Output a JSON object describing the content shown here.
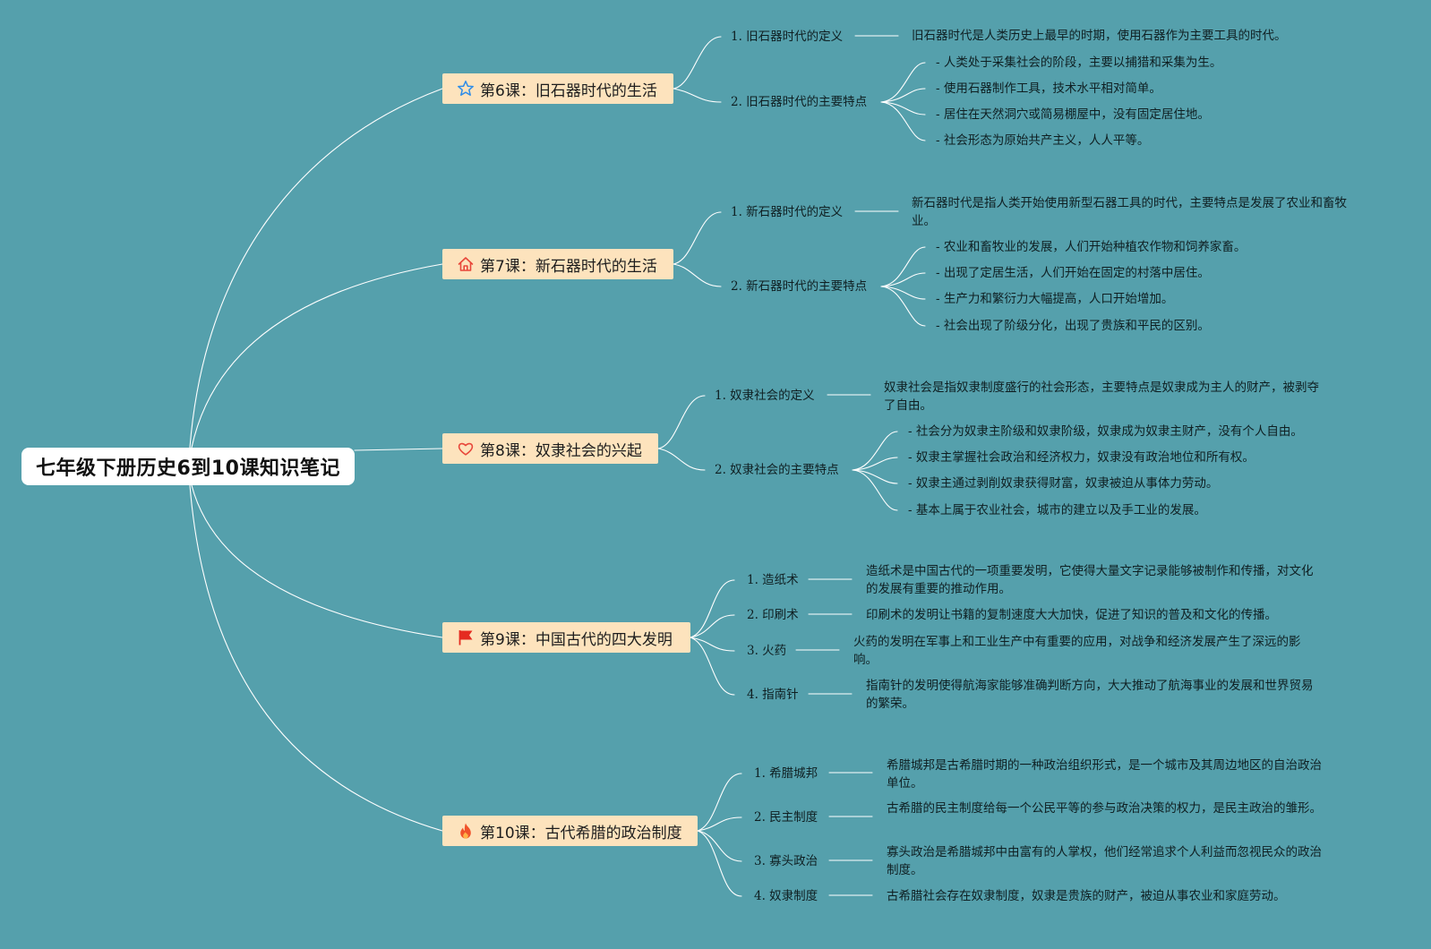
{
  "root_title": "七年级下册历史6到10课知识笔记",
  "lessons": [
    {
      "title": "第6课：旧石器时代的生活",
      "icon": "star-icon",
      "subs": [
        {
          "label": "1. 旧石器时代的定义",
          "text": "旧石器时代是人类历史上最早的时期，使用石器作为主要工具的时代。"
        },
        {
          "label": "2. 旧石器时代的主要特点",
          "points": [
            "- 人类处于采集社会的阶段，主要以捕猎和采集为生。",
            "- 使用石器制作工具，技术水平相对简单。",
            "- 居住在天然洞穴或简易棚屋中，没有固定居住地。",
            "- 社会形态为原始共产主义，人人平等。"
          ]
        }
      ]
    },
    {
      "title": "第7课：新石器时代的生活",
      "icon": "home-icon",
      "subs": [
        {
          "label": "1. 新石器时代的定义",
          "text": "新石器时代是指人类开始使用新型石器工具的时代，主要特点是发展了农业和畜牧业。"
        },
        {
          "label": "2. 新石器时代的主要特点",
          "points": [
            "- 农业和畜牧业的发展，人们开始种植农作物和饲养家畜。",
            "- 出现了定居生活，人们开始在固定的村落中居住。",
            "- 生产力和繁衍力大幅提高，人口开始增加。",
            "- 社会出现了阶级分化，出现了贵族和平民的区别。"
          ]
        }
      ]
    },
    {
      "title": "第8课：奴隶社会的兴起",
      "icon": "heart-icon",
      "subs": [
        {
          "label": "1. 奴隶社会的定义",
          "text": "奴隶社会是指奴隶制度盛行的社会形态，主要特点是奴隶成为主人的财产，被剥夺了自由。"
        },
        {
          "label": "2. 奴隶社会的主要特点",
          "points": [
            "- 社会分为奴隶主阶级和奴隶阶级，奴隶成为奴隶主财产，没有个人自由。",
            "- 奴隶主掌握社会政治和经济权力，奴隶没有政治地位和所有权。",
            "- 奴隶主通过剥削奴隶获得财富，奴隶被迫从事体力劳动。",
            "- 基本上属于农业社会，城市的建立以及手工业的发展。"
          ]
        }
      ]
    },
    {
      "title": "第9课：中国古代的四大发明",
      "icon": "flag-icon",
      "subs": [
        {
          "label": "1. 造纸术",
          "text": "造纸术是中国古代的一项重要发明，它使得大量文字记录能够被制作和传播，对文化的发展有重要的推动作用。"
        },
        {
          "label": "2. 印刷术",
          "text": "印刷术的发明让书籍的复制速度大大加快，促进了知识的普及和文化的传播。"
        },
        {
          "label": "3. 火药",
          "text": "火药的发明在军事上和工业生产中有重要的应用，对战争和经济发展产生了深远的影响。"
        },
        {
          "label": "4. 指南针",
          "text": "指南针的发明使得航海家能够准确判断方向，大大推动了航海事业的发展和世界贸易的繁荣。"
        }
      ]
    },
    {
      "title": "第10课：古代希腊的政治制度",
      "icon": "fire-icon",
      "subs": [
        {
          "label": "1. 希腊城邦",
          "text": "希腊城邦是古希腊时期的一种政治组织形式，是一个城市及其周边地区的自治政治单位。"
        },
        {
          "label": "2. 民主制度",
          "text": "古希腊的民主制度给每一个公民平等的参与政治决策的权力，是民主政治的雏形。"
        },
        {
          "label": "3. 寡头政治",
          "text": "寡头政治是希腊城邦中由富有的人掌权，他们经常追求个人利益而忽视民众的政治制度。"
        },
        {
          "label": "4. 奴隶制度",
          "text": "古希腊社会存在奴隶制度，奴隶是贵族的财产，被迫从事农业和家庭劳动。"
        }
      ]
    }
  ],
  "colors": {
    "background": "#55a0ac",
    "topic_fill": "#fde3bd",
    "line": "#ffffff",
    "star": "#2f8de8",
    "home": "#e8473a",
    "heart": "#e8473a",
    "flag": "#e52b20",
    "fire": "#f0522a"
  }
}
